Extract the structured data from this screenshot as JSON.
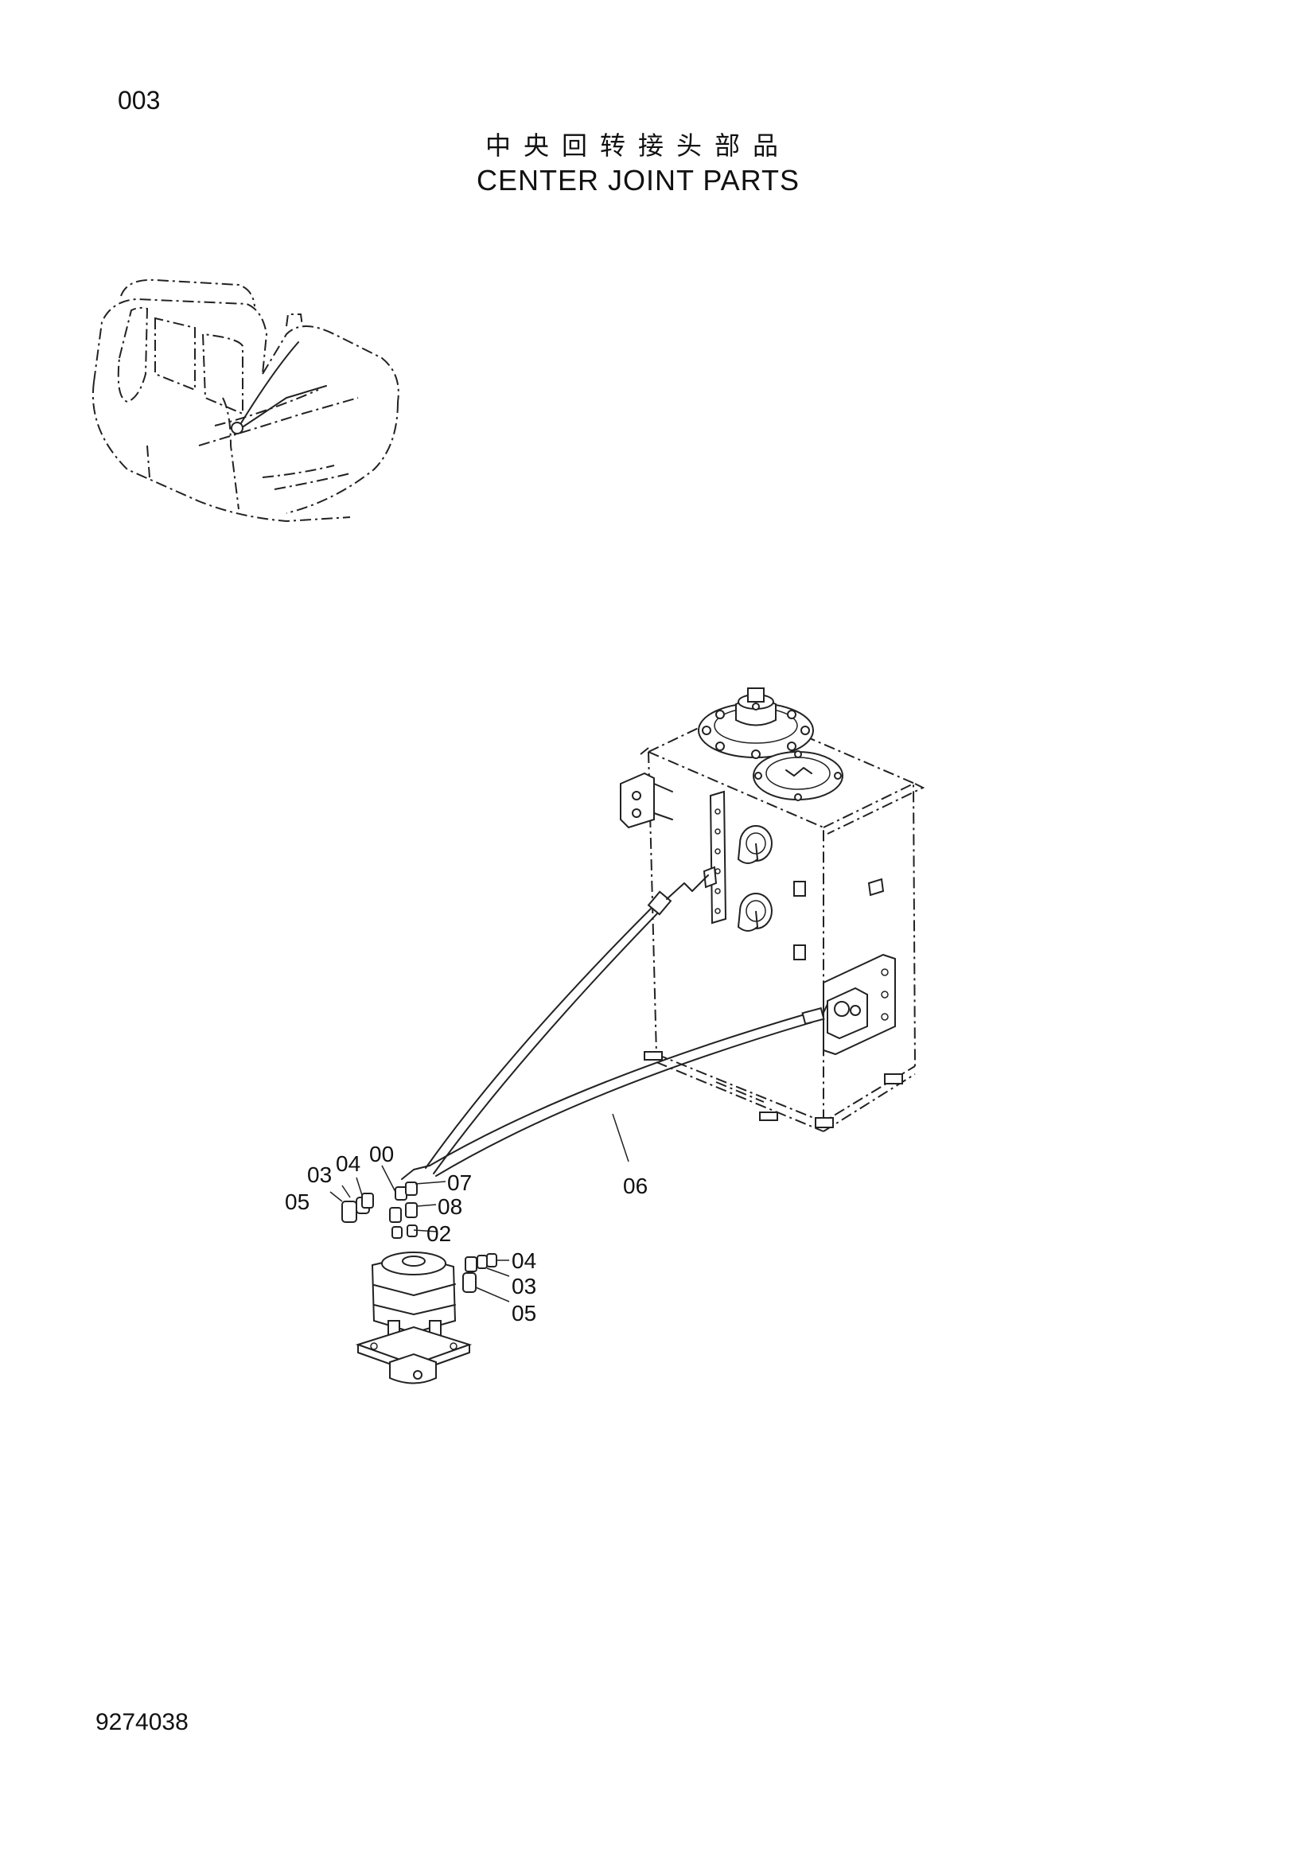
{
  "header": {
    "page_number": "003",
    "title_cn": "中央回转接头部品",
    "title_en": "CENTER JOINT PARTS"
  },
  "footer": {
    "doc_number": "9274038"
  },
  "callouts": {
    "c00": "00",
    "c02": "02",
    "c03_left": "03",
    "c03_right": "03",
    "c04_left": "04",
    "c04_right": "04",
    "c05_left": "05",
    "c05_right": "05",
    "c06": "06",
    "c07": "07",
    "c08": "08"
  }
}
